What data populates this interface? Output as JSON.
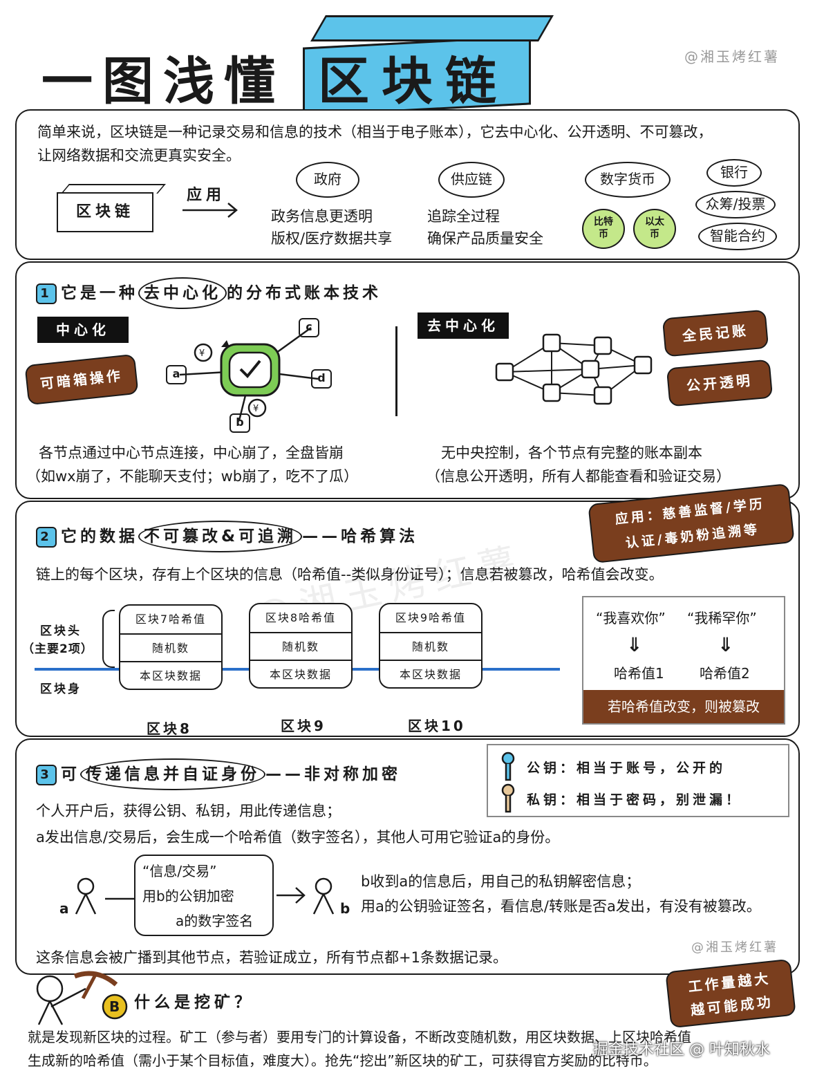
{
  "title": {
    "prefix": "一图浅懂",
    "highlight": "区块链"
  },
  "watermark_top": "@湘玉烤红薯",
  "watermark_mid": "@湘玉烤红薯",
  "watermark_bottom": "@湘玉烤红薯",
  "watermark_site": "掘金技术社区 @ 叶知秋水",
  "intro": {
    "line1": "简单来说，区块链是一种记录交易和信息的技术（相当于电子账本），它去中心化、公开透明、不可篡改，",
    "line2": "让网络数据和交流更真实安全。",
    "box_label": "区块链",
    "arrow_label": "应用",
    "gov": {
      "label": "政府",
      "line1": "政务信息更透明",
      "line2": "版权/医疗数据共享"
    },
    "supply": {
      "label": "供应链",
      "line1": "追踪全过程",
      "line2": "确保产品质量安全"
    },
    "digital": {
      "label": "数字货币",
      "coin1": "比特币",
      "coin2": "以太币"
    },
    "right_items": [
      "银行",
      "众筹/投票",
      "智能合约"
    ]
  },
  "s1": {
    "num": "1",
    "title_pre": "它是一种",
    "title_circled": "去中心化",
    "title_post": "的分布式账本技术",
    "central_label": "中心化",
    "central_warn": "可暗箱操作",
    "node_a": "a",
    "node_b": "b",
    "node_c": "c",
    "node_d": "d",
    "central_line1": "各节点通过中心节点连接，中心崩了，全盘皆崩",
    "central_line2": "（如wx崩了，不能聊天支付；wb崩了，吃不了瓜）",
    "decentral_label": "去中心化",
    "decentral_tag1": "全民记账",
    "decentral_tag2": "公开透明",
    "decentral_line1": "无中央控制，各个节点有完整的账本副本",
    "decentral_line2": "（信息公开透明，所有人都能查看和验证交易）"
  },
  "s2": {
    "num": "2",
    "title_pre": "它的数据",
    "title_circled": "不可篡改&可追溯",
    "title_post": "——哈希算法",
    "app_line1": "应用：慈善监督/学历",
    "app_line2": "认证/毒奶粉追溯等",
    "desc": "链上的每个区块，存有上个区块的信息（哈希值--类似身份证号）；信息若被篡改，哈希值会改变。",
    "head_label": "区块头",
    "head_sub": "（主要2项）",
    "body_label": "区块身",
    "blocks": [
      {
        "hash": "区块7哈希值",
        "nonce": "随机数",
        "data": "本区块数据",
        "name": "区块8"
      },
      {
        "hash": "区块8哈希值",
        "nonce": "随机数",
        "data": "本区块数据",
        "name": "区块9"
      },
      {
        "hash": "区块9哈希值",
        "nonce": "随机数",
        "data": "本区块数据",
        "name": "区块10"
      }
    ],
    "quote1": "“我喜欢你”",
    "quote2": "“我稀罕你”",
    "hash1": "哈希值1",
    "hash2": "哈希值2",
    "tamper": "若哈希值改变，则被篡改"
  },
  "s3": {
    "num": "3",
    "title_pre": "可",
    "title_circled": "传递信息并自证身份",
    "title_post": "——非对称加密",
    "pub_key": "公钥：相当于账号，公开的",
    "priv_key": "私钥：相当于密码，别泄漏！",
    "line1": "个人开户后，获得公钥、私钥，用此传递信息；",
    "line2": "a发出信息/交易后，会生成一个哈希值（数字签名），其他人可用它验证a的身份。",
    "person_a": "a",
    "person_b": "b",
    "msg1": "“信息/交易”",
    "msg2": "用b的公钥加密",
    "msg3": "a的数字签名",
    "recv1": "b收到a的信息后，用自己的私钥解密信息；",
    "recv2": "用a的公钥验证签名，看信息/转账是否a发出，有没有被篡改。",
    "broadcast": "这条信息会被广播到其他节点，若验证成立，所有节点都+1条数据记录。"
  },
  "mining": {
    "title": "什么是挖矿？",
    "coin": "B",
    "tag_line1": "工作量越大",
    "tag_line2": "越可能成功",
    "line1": "就是发现新区块的过程。矿工（参与者）要用专门的计算设备，不断改变随机数，用区块数据、上区块哈希值",
    "line2": "生成新的哈希值（需小于某个目标值，难度大）。抢先“挖出”新区块的矿工，可获得官方奖励的比特币。"
  },
  "colors": {
    "accent_blue": "#5cc3ea",
    "brown": "#7a3e1e",
    "green": "#7dcc55",
    "chain_blue": "#2a6fc9",
    "coin_green": "#c4e88a"
  }
}
